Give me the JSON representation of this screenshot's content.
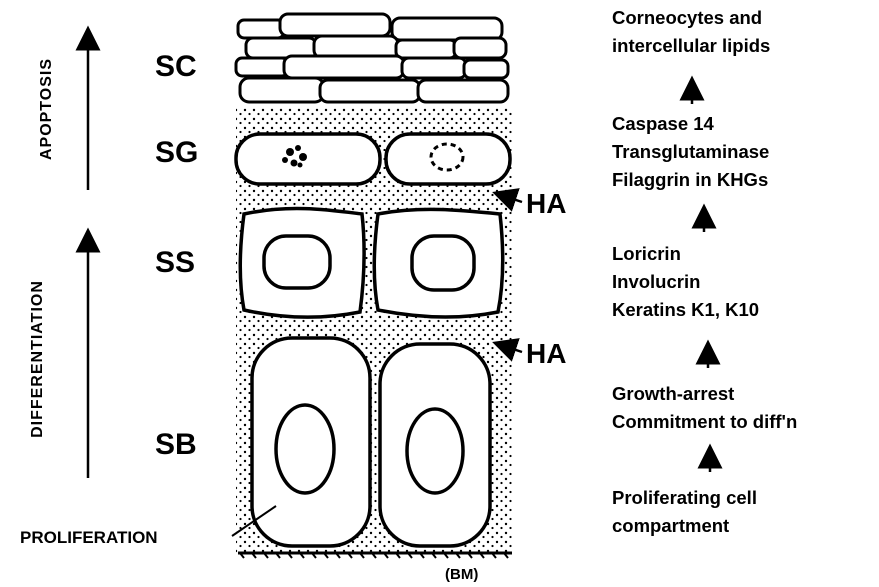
{
  "left_axis": {
    "apoptosis": "APOPTOSIS",
    "differentiation": "DIFFERENTIATION",
    "proliferation": "PROLIFERATION"
  },
  "layers": {
    "sc": "SC",
    "sg": "SG",
    "ss": "SS",
    "sb": "SB"
  },
  "ha_upper": "HA",
  "ha_lower": "HA",
  "bm": "(BM)",
  "markers": [
    {
      "lines": [
        "Corneocytes and",
        "intercellular lipids"
      ]
    },
    {
      "lines": [
        "Caspase 14",
        "Transglutaminase",
        "Filaggrin in KHGs"
      ]
    },
    {
      "lines": [
        "Loricrin",
        "Involucrin",
        "Keratins K1, K10"
      ]
    },
    {
      "lines": [
        "Growth-arrest",
        "Commitment to diff'n"
      ]
    },
    {
      "lines": [
        "Proliferating cell",
        "compartment"
      ]
    }
  ]
}
